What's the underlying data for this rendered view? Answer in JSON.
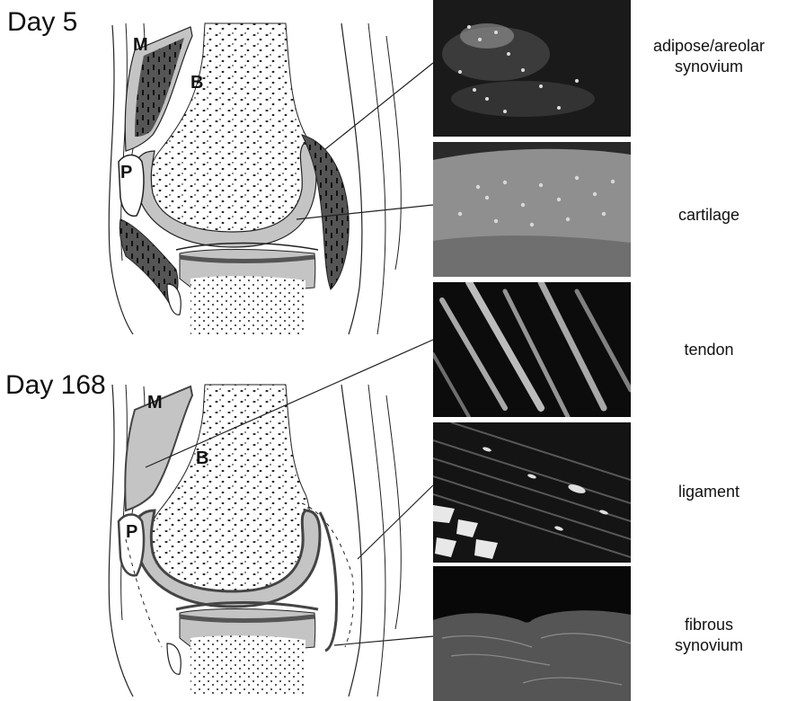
{
  "figure": {
    "panels": [
      {
        "day_label": "Day 5",
        "letters": {
          "muscle": "M",
          "bone": "B",
          "patella": "P"
        }
      },
      {
        "day_label": "Day 168",
        "letters": {
          "muscle": "M",
          "bone": "B",
          "patella": "P"
        }
      }
    ],
    "tissues": [
      {
        "label": "adipose/areolar\nsynovium",
        "image": "adipose-areolar-synovium-micrograph"
      },
      {
        "label": "cartilage",
        "image": "cartilage-micrograph"
      },
      {
        "label": "tendon",
        "image": "tendon-micrograph"
      },
      {
        "label": "ligament",
        "image": "ligament-micrograph"
      },
      {
        "label": "fibrous\nsynovium",
        "image": "fibrous-synovium-micrograph"
      }
    ],
    "colors": {
      "outline": "#222222",
      "cartilage_gray": "#c4c4c4",
      "synovium_dark": "#5a5a5a",
      "micrograph_bg": "#0a0a0a"
    }
  }
}
